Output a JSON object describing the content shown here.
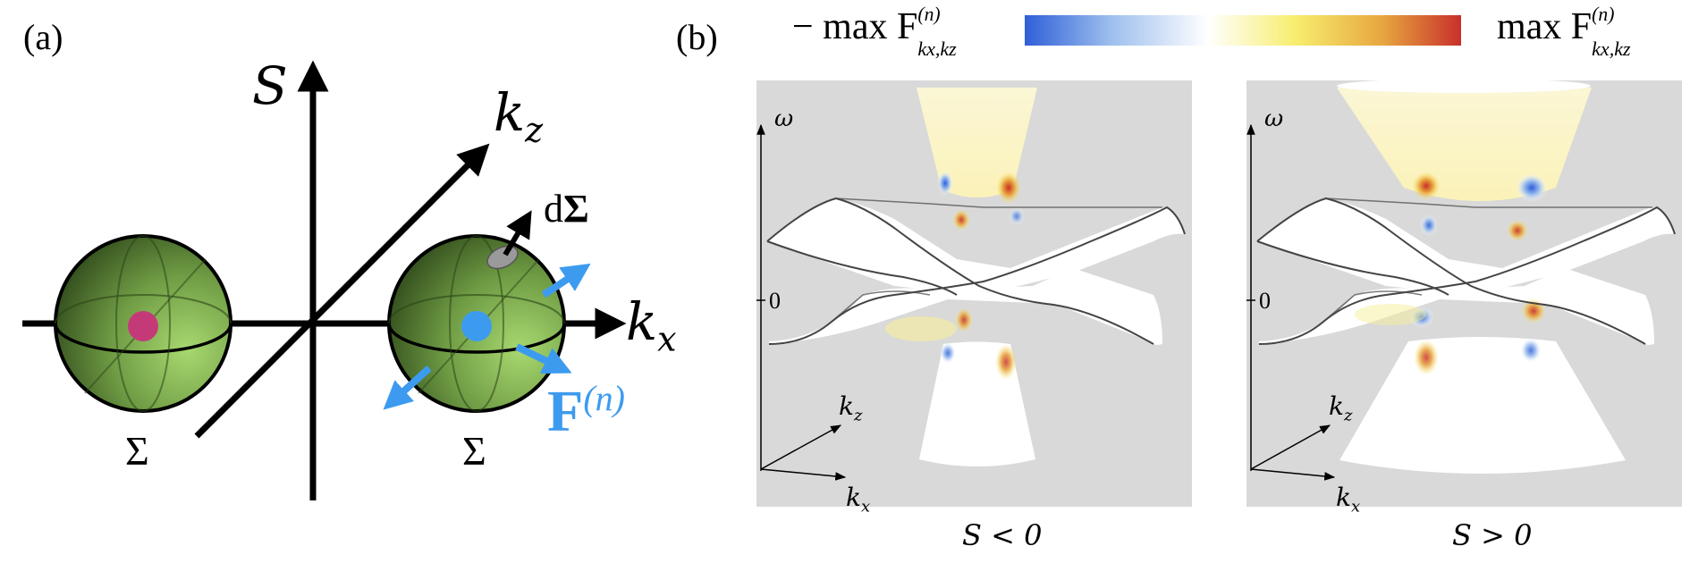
{
  "panel_a": {
    "tag": "(a)",
    "axis_s": "S",
    "axis_kz": "k",
    "axis_kz_sub": "z",
    "axis_kx": "k",
    "axis_kx_sub": "x",
    "d_sigma": "d",
    "d_sigma_bold": "Σ",
    "sigma_left": "Σ",
    "sigma_right": "Σ",
    "flux_label": "F",
    "flux_sup": "(n)",
    "colors": {
      "sphere_dark": "#2f4a1c",
      "sphere_light": "#a5d66a",
      "pink_dot": "#c43a78",
      "blue_dot": "#3d9bef",
      "flux_arrow": "#3d9bef"
    }
  },
  "panel_b": {
    "tag": "(b)",
    "colorbar_left": "− max F",
    "colorbar_right": "max F",
    "colorbar_sub": "kx,kz",
    "colorbar_sup": "(n)",
    "colorbar_colors": [
      "#2f5fd8",
      "#9fc0ee",
      "#ffffff",
      "#f7ee6e",
      "#e7a640",
      "#c8302a"
    ],
    "plots": [
      {
        "omega": "ω",
        "zero": "0",
        "kz": "k",
        "kz_sub": "z",
        "kx": "k",
        "kx_sub": "x",
        "caption": "S < 0"
      },
      {
        "omega": "ω",
        "zero": "0",
        "kz": "k",
        "kz_sub": "z",
        "kx": "k",
        "kx_sub": "x",
        "caption": "S > 0"
      }
    ]
  }
}
